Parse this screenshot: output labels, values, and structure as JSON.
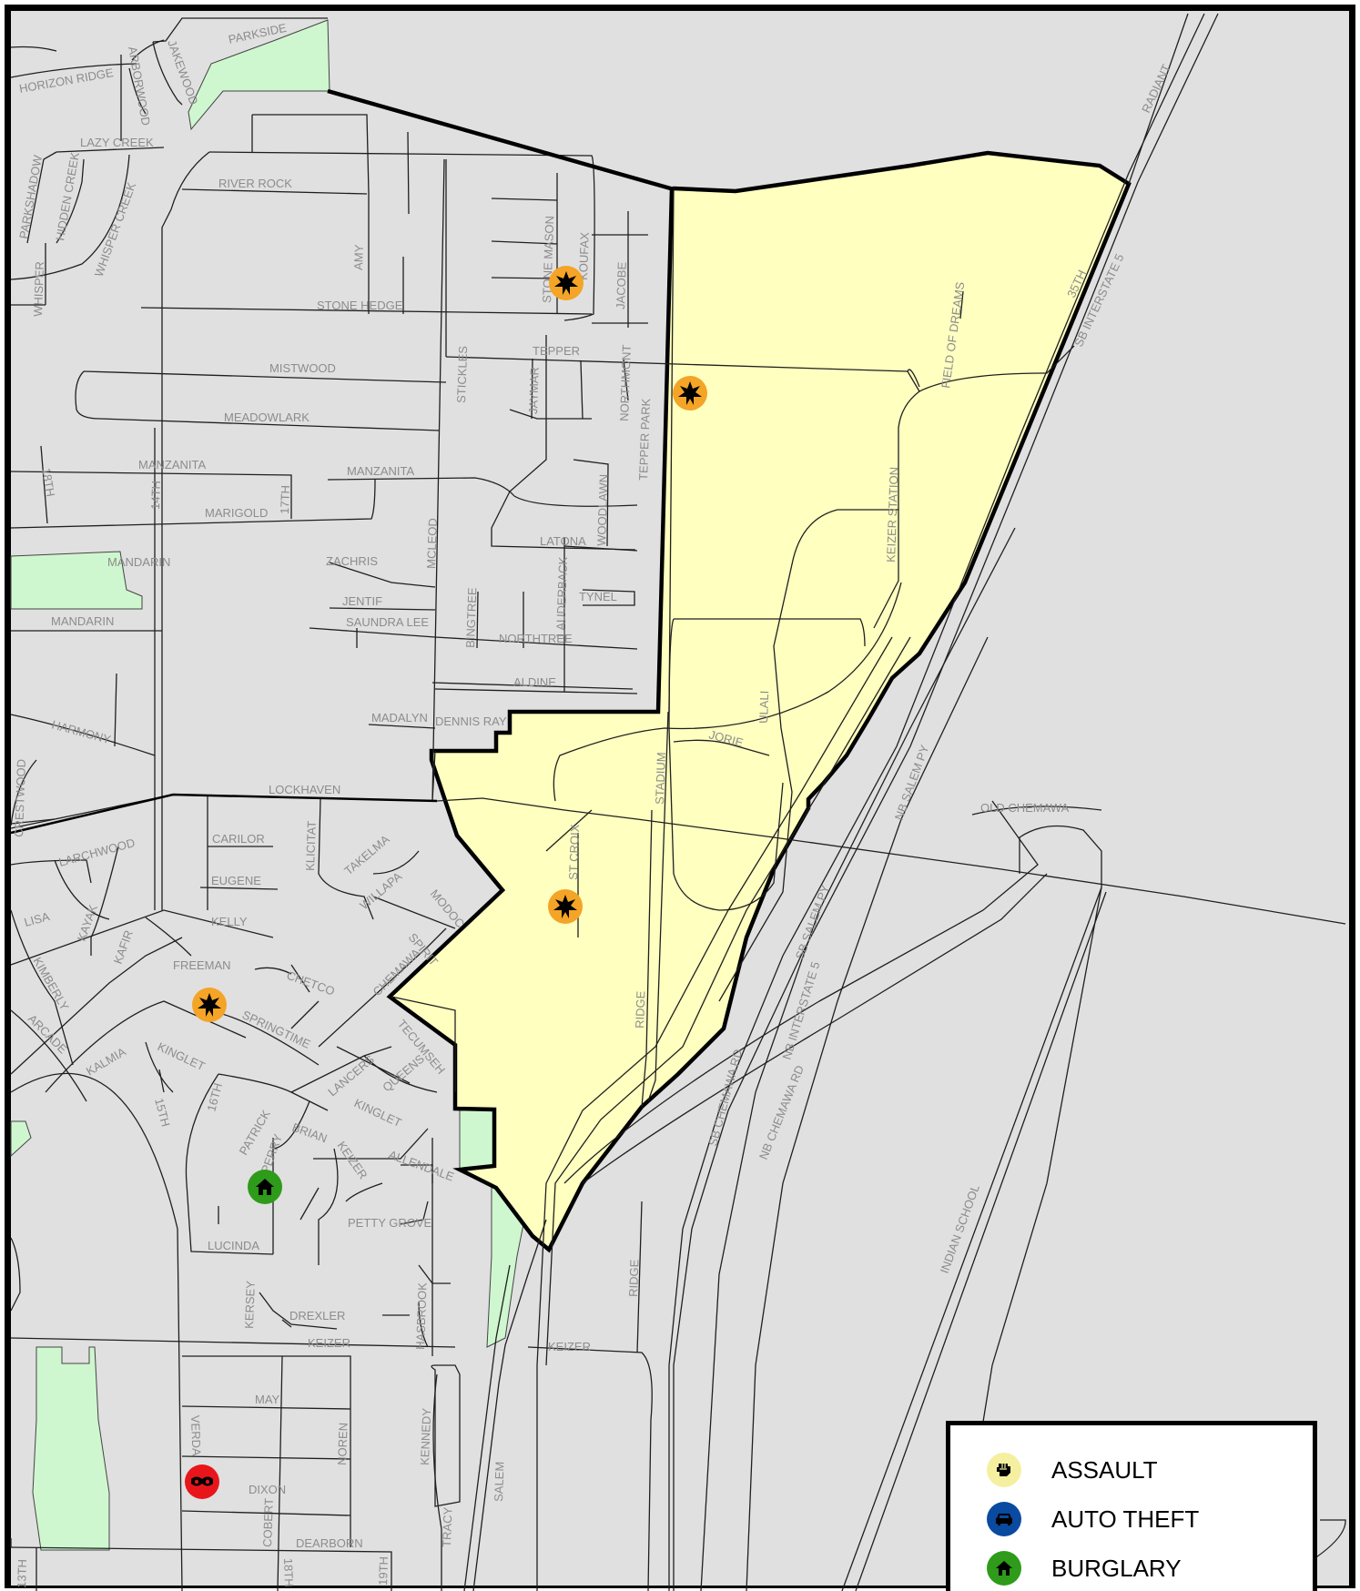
{
  "colors": {
    "background": "#e0e0e0",
    "district_fill": "#ffffc0",
    "park_fill": "#cff7cf",
    "assault": "#f5f0a0",
    "auto_theft": "#0a4aa0",
    "burglary": "#2e9b1a",
    "robbery": "#e8161b",
    "incident_marker": "#f4a426"
  },
  "street_labels": [
    {
      "text": "PARKSIDE"
    },
    {
      "text": "HORIZON RIDGE"
    },
    {
      "text": "ARBORWOOD"
    },
    {
      "text": "JAKEWOOD"
    },
    {
      "text": "LAZY CREEK"
    },
    {
      "text": "RIVER ROCK"
    },
    {
      "text": "PARKSHADOW"
    },
    {
      "text": "HIDDEN CREEK"
    },
    {
      "text": "WHISPER CREEK"
    },
    {
      "text": "WHISPER"
    },
    {
      "text": "AMY"
    },
    {
      "text": "STONE HEDGE"
    },
    {
      "text": "STONE MASON"
    },
    {
      "text": "KOUFAX"
    },
    {
      "text": "JACOBE"
    },
    {
      "text": "TEPPER"
    },
    {
      "text": "MISTWOOD"
    },
    {
      "text": "STICKLES"
    },
    {
      "text": "JAYMAR"
    },
    {
      "text": "NORTHMONT"
    },
    {
      "text": "TEPPER PARK"
    },
    {
      "text": "MEADOWLARK"
    },
    {
      "text": "MANZANITA"
    },
    {
      "text": "MANZANITA"
    },
    {
      "text": "18TH"
    },
    {
      "text": "14TH"
    },
    {
      "text": "17TH"
    },
    {
      "text": "MARIGOLD"
    },
    {
      "text": "WOODLAWN"
    },
    {
      "text": "LATONA"
    },
    {
      "text": "MCLEOD"
    },
    {
      "text": "ZACHRIS"
    },
    {
      "text": "MANDARIN"
    },
    {
      "text": "MANDARIN"
    },
    {
      "text": "JENTIF"
    },
    {
      "text": "SAUNDRA LEE"
    },
    {
      "text": "BINGTREE"
    },
    {
      "text": "LAUDERBACK"
    },
    {
      "text": "TYNEL"
    },
    {
      "text": "NORTHTREE"
    },
    {
      "text": "ALDINE"
    },
    {
      "text": "MADALYN"
    },
    {
      "text": "DENNIS RAY"
    },
    {
      "text": "HARMONY"
    },
    {
      "text": "CRESTWOOD"
    },
    {
      "text": "LOCKHAVEN"
    },
    {
      "text": "CARILOR"
    },
    {
      "text": "KLICITAT"
    },
    {
      "text": "TAKELMA"
    },
    {
      "text": "LARCHWOOD"
    },
    {
      "text": "EUGENE"
    },
    {
      "text": "WILLAPA"
    },
    {
      "text": "MODOC"
    },
    {
      "text": "KELLY"
    },
    {
      "text": "LISA"
    },
    {
      "text": "KAYAK"
    },
    {
      "text": "KAFIR"
    },
    {
      "text": "SPIRIT"
    },
    {
      "text": "FREEMAN"
    },
    {
      "text": "CHETCO"
    },
    {
      "text": "CHEMAWA"
    },
    {
      "text": "KIMBERLY"
    },
    {
      "text": "SPRINGTIME"
    },
    {
      "text": "ARCADE"
    },
    {
      "text": "KALMIA"
    },
    {
      "text": "KINGLET"
    },
    {
      "text": "TECUMSEH"
    },
    {
      "text": "LANCERS"
    },
    {
      "text": "QUEENS"
    },
    {
      "text": "KINGLET"
    },
    {
      "text": "15TH"
    },
    {
      "text": "16TH"
    },
    {
      "text": "PATRICK"
    },
    {
      "text": "BRIAN"
    },
    {
      "text": "PERRY"
    },
    {
      "text": "ALLENDALE"
    },
    {
      "text": "KEIZER"
    },
    {
      "text": "PETTY GROVE"
    },
    {
      "text": "LUCINDA"
    },
    {
      "text": "KERSEY"
    },
    {
      "text": "DREXLER"
    },
    {
      "text": "HASBROOK"
    },
    {
      "text": "KEIZER"
    },
    {
      "text": "KEIZER"
    },
    {
      "text": "RIDGE"
    },
    {
      "text": "MAY"
    },
    {
      "text": "VERDA"
    },
    {
      "text": "NOREN"
    },
    {
      "text": "KENNEDY"
    },
    {
      "text": "SALEM"
    },
    {
      "text": "DIXON"
    },
    {
      "text": "COBERT"
    },
    {
      "text": "DEARBORN"
    },
    {
      "text": "13TH"
    },
    {
      "text": "18TH"
    },
    {
      "text": "19TH"
    },
    {
      "text": "TRACY"
    },
    {
      "text": "RADIANT"
    },
    {
      "text": "35TH"
    },
    {
      "text": "SB INTERSTATE 5"
    },
    {
      "text": "FIELD OF DREAMS"
    },
    {
      "text": "KEIZER STATION"
    },
    {
      "text": "ULALI"
    },
    {
      "text": "JORIE"
    },
    {
      "text": "STADIUM"
    },
    {
      "text": "ST CROIX"
    },
    {
      "text": "RIDGE"
    },
    {
      "text": "NB SALEM PY"
    },
    {
      "text": "OLD CHEMAWA"
    },
    {
      "text": "SB SALEM PY"
    },
    {
      "text": "NB INTERSTATE 5"
    },
    {
      "text": "SB CHEMAWA RD"
    },
    {
      "text": "NB CHEMAWA RD"
    },
    {
      "text": "INDIAN SCHOOL"
    }
  ],
  "incidents": [
    {
      "type": "assault",
      "icon": "burst-icon"
    },
    {
      "type": "assault",
      "icon": "burst-icon"
    },
    {
      "type": "assault",
      "icon": "burst-icon"
    },
    {
      "type": "assault",
      "icon": "burst-icon"
    },
    {
      "type": "burglary",
      "icon": "house-icon"
    },
    {
      "type": "robbery",
      "icon": "mask-icon"
    }
  ],
  "legend": {
    "items": [
      {
        "label": "ASSAULT",
        "icon": "fist-icon",
        "color": "#f5f0a0"
      },
      {
        "label": "AUTO THEFT",
        "icon": "car-icon",
        "color": "#0a4aa0"
      },
      {
        "label": "BURGLARY",
        "icon": "house-icon",
        "color": "#2e9b1a"
      }
    ]
  }
}
